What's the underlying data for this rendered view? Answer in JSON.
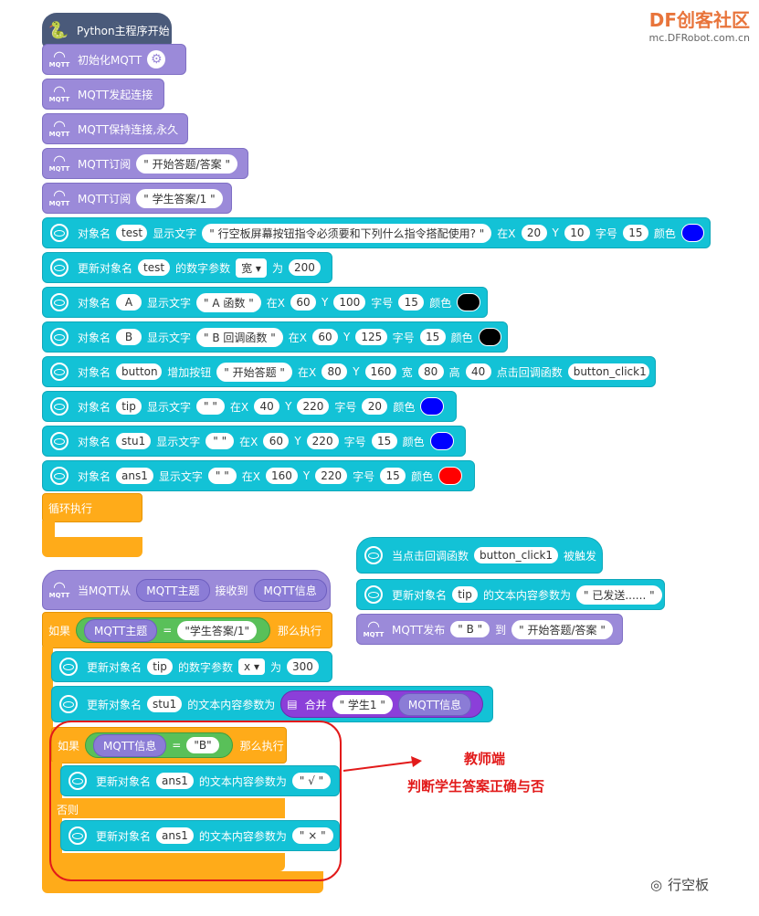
{
  "watermark": {
    "title": "DF创客社区",
    "url": "mc.DFRobot.com.cn",
    "bottom": "行空板"
  },
  "colors": {
    "blue": "#0000ff",
    "black": "#000000",
    "red": "#ff0000"
  },
  "hat": "Python主程序开始",
  "mqtt": {
    "init": "初始化MQTT",
    "connect": "MQTT发起连接",
    "keep": "MQTT保持连接,永久",
    "sub_label": "MQTT订阅",
    "sub1": "\" 开始答题/答案 \"",
    "sub2": "\" 学生答案/1 \""
  },
  "labels": {
    "obj": "对象名",
    "show_text": "显示文字",
    "at_x": "在X",
    "y": "Y",
    "font": "字号",
    "color": "颜色",
    "update_obj": "更新对象名",
    "num_param": "的数字参数",
    "to": "为",
    "add_button": "增加按钮",
    "width": "宽",
    "height": "高",
    "callback": "点击回调函数",
    "text_param": "的文本内容参数为",
    "loop": "循环执行",
    "if": "如果",
    "then": "那么执行",
    "else": "否则",
    "merge": "合并"
  },
  "rows": {
    "r1": {
      "name": "test",
      "text": "\" 行空板屏幕按钮指令必须要和下列什么指令搭配使用? \"",
      "x": "20",
      "y": "10",
      "size": "15"
    },
    "r2": {
      "name": "test",
      "param": "宽",
      "value": "200"
    },
    "r3": {
      "name": "A",
      "text": "\" A 函数 \"",
      "x": "60",
      "y": "100",
      "size": "15"
    },
    "r4": {
      "name": "B",
      "text": "\" B 回调函数 \"",
      "x": "60",
      "y": "125",
      "size": "15"
    },
    "r5": {
      "name": "button",
      "text": "\" 开始答题 \"",
      "x": "80",
      "y": "160",
      "w": "80",
      "h": "40",
      "cb": "button_click1"
    },
    "r6": {
      "name": "tip",
      "text": "\"  \"",
      "x": "40",
      "y": "220",
      "size": "20"
    },
    "r7": {
      "name": "stu1",
      "text": "\"  \"",
      "x": "60",
      "y": "220",
      "size": "15"
    },
    "r8": {
      "name": "ans1",
      "text": "\"  \"",
      "x": "160",
      "y": "220",
      "size": "15"
    }
  },
  "callback": {
    "when": "当点击回调函数",
    "fn": "button_click1",
    "triggered": "被触发",
    "upd_name": "tip",
    "upd_text": "\" 已发送...... \"",
    "pub": "MQTT发布",
    "pub_msg": "\" B \"",
    "pub_to": "到",
    "pub_topic": "\" 开始答题/答案 \""
  },
  "recv": {
    "when": "当MQTT从",
    "topic": "MQTT主题",
    "received": "接收到",
    "msg": "MQTT信息",
    "cmp_val": "\"学生答案/1\"",
    "eq": "=",
    "u1_name": "tip",
    "u1_param": "x",
    "u1_val": "300",
    "u2_name": "stu1",
    "u2_str": "\" 学生1 \"",
    "inner_val": "\"B\"",
    "ok_name": "ans1",
    "ok_val": "\" √ \"",
    "bad_name": "ans1",
    "bad_val": "\" × \""
  },
  "annotation": {
    "line1": "教师端",
    "line2": "判断学生答案正确与否"
  }
}
